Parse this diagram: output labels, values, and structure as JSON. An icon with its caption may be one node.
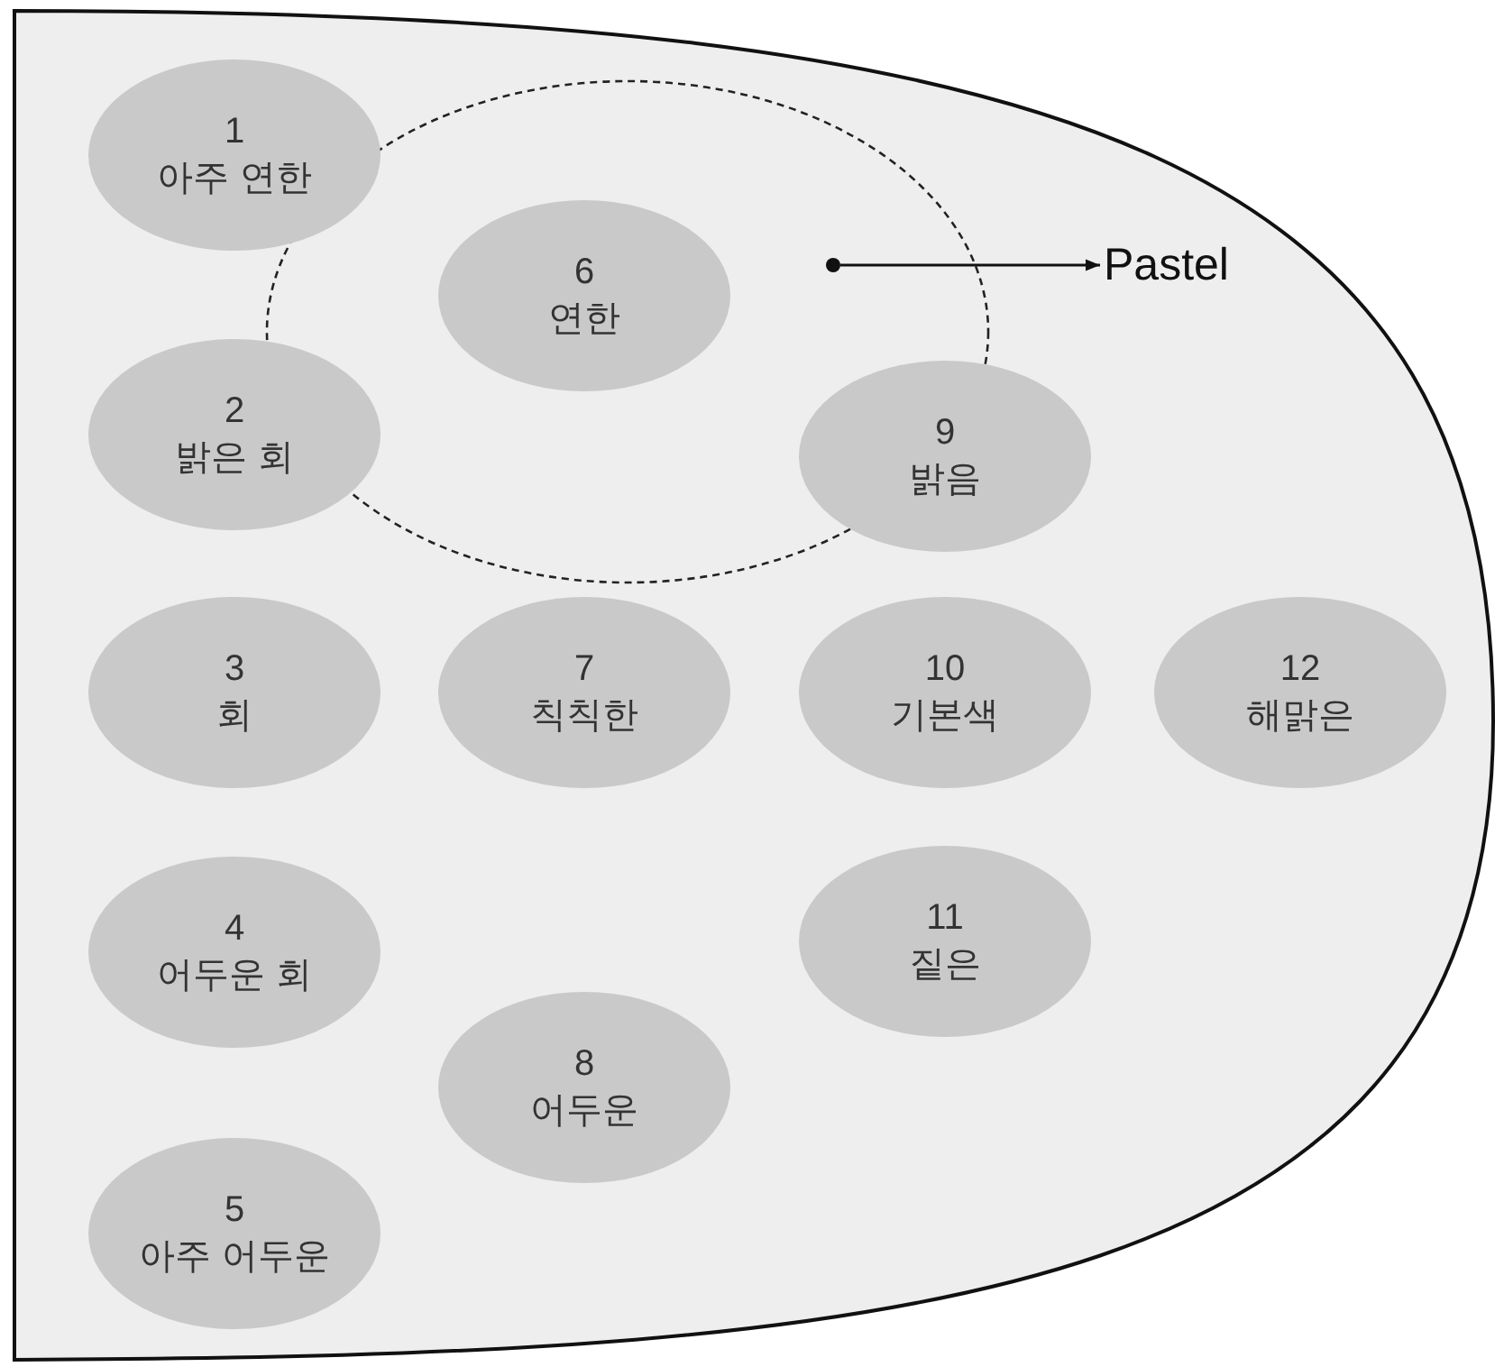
{
  "diagram": {
    "nodes": [
      {
        "text": [],
        "shape": "box"
      },
      {
        "text": [],
        "shape": "circle",
        "in": 0
      },
      {
        "text": [
          "1",
          "아주 연한"
        ],
        "in": 0
      },
      {
        "text": [
          "2",
          "밝은 회"
        ],
        "in": 0
      },
      {
        "text": [
          "3",
          "회"
        ],
        "in": 0
      },
      {
        "text": [
          "4",
          "어두운 회"
        ],
        "in": 0
      },
      {
        "text": [
          "5",
          "아주 어두운"
        ],
        "in": 0
      },
      {
        "text": [
          "6",
          "연한"
        ],
        "in": 1
      },
      {
        "text": [
          "7",
          "칙칙한"
        ],
        "in": 0
      },
      {
        "text": [
          "8",
          "어두운"
        ],
        "in": 0
      },
      {
        "text": [
          "9",
          "밝음"
        ],
        "in": 0
      },
      {
        "text": [
          "10",
          "기본색"
        ],
        "in": 0
      },
      {
        "text": [
          "11",
          "짙은"
        ],
        "in": 0
      },
      {
        "text": [
          "12",
          "해맑은"
        ],
        "in": 0
      },
      {
        "text": [
          "Pastel"
        ],
        "in": 0
      },
      {
        "text": [],
        "shape": "circle",
        "in": 1
      }
    ],
    "edges": [
      {
        "from": 15,
        "to": 14,
        "arrow": "to"
      }
    ]
  }
}
